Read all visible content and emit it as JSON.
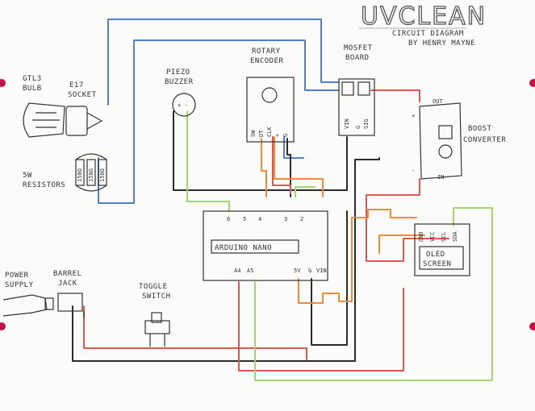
{
  "title": "UVCLEAN",
  "subtitle_line1": "CIRCUIT DIAGRAM",
  "subtitle_line2": "BY HENRY MAYNE",
  "labels": {
    "gtl3_line1": "GTL3",
    "gtl3_line2": "BULB",
    "e17_line1": "E17",
    "e17_line2": "SOCKET",
    "res_line1": "5W",
    "res_line2": "RESISTORS",
    "res_values": [
      "150Ω",
      "150Ω",
      "150Ω"
    ],
    "piezo_line1": "PIEZO",
    "piezo_line2": "BUZZER",
    "rotary_line1": "ROTARY",
    "rotary_line2": "ENCODER",
    "mosfet_line1": "MOSFET",
    "mosfet_line2": "BOARD",
    "boost_line1": "BOOST",
    "boost_line2": "CONVERTER",
    "boost_out": "OUT",
    "boost_in": "IN",
    "arduino": "ARDUINO NANO",
    "oled_line1": "OLED",
    "oled_line2": "SCREEN",
    "power_line1": "POWER",
    "power_line2": "SUPPLY",
    "barrel_line1": "BARREL",
    "barrel_line2": "JACK",
    "toggle_line1": "TOGGLE",
    "toggle_line2": "SWITCH",
    "nano_top_pins": [
      "6",
      "5",
      "4",
      "3",
      "2"
    ],
    "nano_bottom_pins": [
      "A4",
      "A5",
      "5V",
      "G",
      "VIN"
    ],
    "encoder_pins": [
      "SW",
      "DT",
      "CLK",
      "+",
      "G"
    ],
    "oled_pins": [
      "GND",
      "VCC",
      "SCL",
      "SDA"
    ],
    "mosfet_pins": [
      "VIN",
      "G",
      "SIG"
    ]
  },
  "wire_colors": {
    "blue": "#4f7fd0",
    "red": "#e05555",
    "orange": "#f08a3c",
    "green": "#9fd86f",
    "black": "#2b2b2b"
  }
}
